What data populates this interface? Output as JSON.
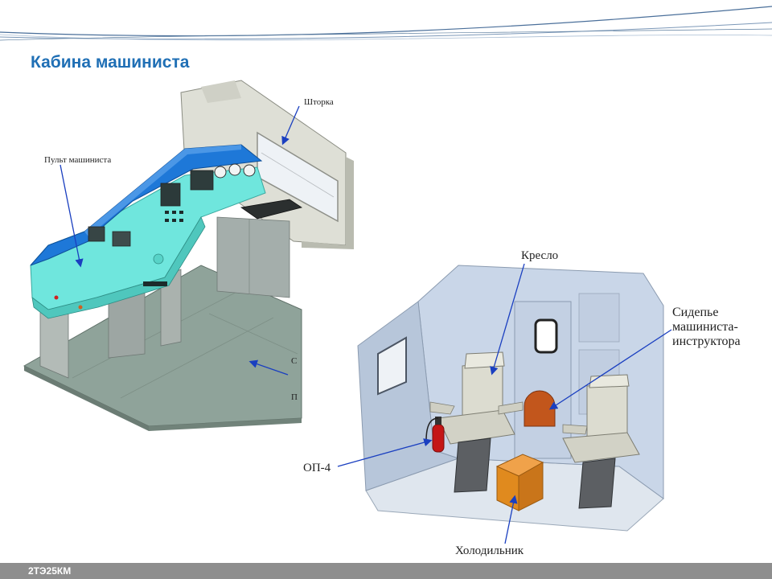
{
  "slide": {
    "title": "Кабина машиниста",
    "footer": "2ТЭ25КМ"
  },
  "labels": {
    "console": "Пульт машиниста",
    "curtain": "Шторка",
    "floor_partial_1": "С",
    "floor_partial_2": "П",
    "chair": "Кресло",
    "instructor_seat_line1": "Сидепье",
    "instructor_seat_line2": "машиниста-",
    "instructor_seat_line3": "инструктора",
    "extinguisher": "ОП-4",
    "fridge": "Холодильник"
  },
  "colors": {
    "title": "#1f6fb5",
    "footer_bar": "#8e8e8e",
    "arrow": "#1a3fc0",
    "console_top": "#1e78d8",
    "console_body": "#6fe6dd",
    "floor": "#8fa39a",
    "cab_walls": "#c9d6e8",
    "seat": "#dcdcd0",
    "fridge": "#e08a1e",
    "instructor_seat": "#c2561c",
    "extinguisher": "#c41616"
  }
}
